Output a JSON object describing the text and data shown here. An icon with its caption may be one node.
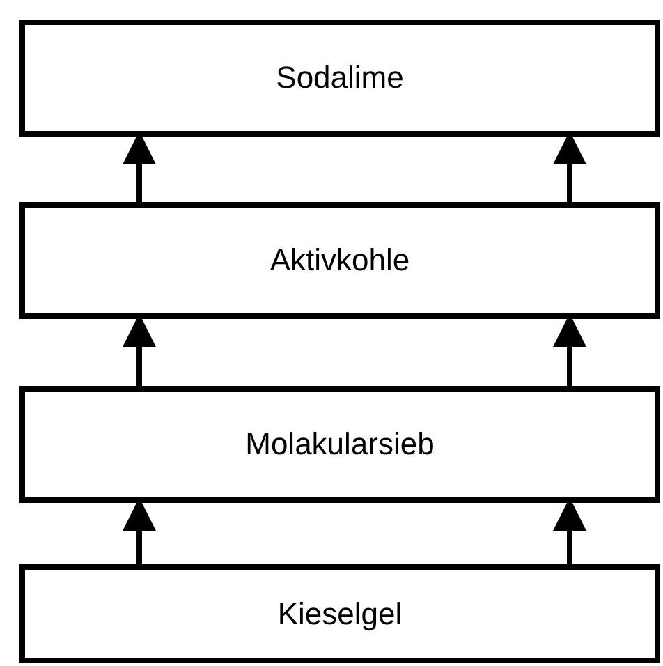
{
  "diagram": {
    "nodes": [
      {
        "text": [
          "Sodalime"
        ]
      },
      {
        "text": [
          "Aktivkohle"
        ]
      },
      {
        "text": [
          "Molakularsieb"
        ]
      },
      {
        "text": [
          "Kieselgel"
        ]
      }
    ],
    "edges": [
      {
        "from": 3,
        "to": 2,
        "arrow": "to"
      },
      {
        "from": 3,
        "to": 2,
        "arrow": "to"
      },
      {
        "from": 2,
        "to": 1,
        "arrow": "to"
      },
      {
        "from": 2,
        "to": 1,
        "arrow": "to"
      },
      {
        "from": 1,
        "to": 0,
        "arrow": "to"
      },
      {
        "from": 1,
        "to": 0,
        "arrow": "to"
      }
    ]
  }
}
